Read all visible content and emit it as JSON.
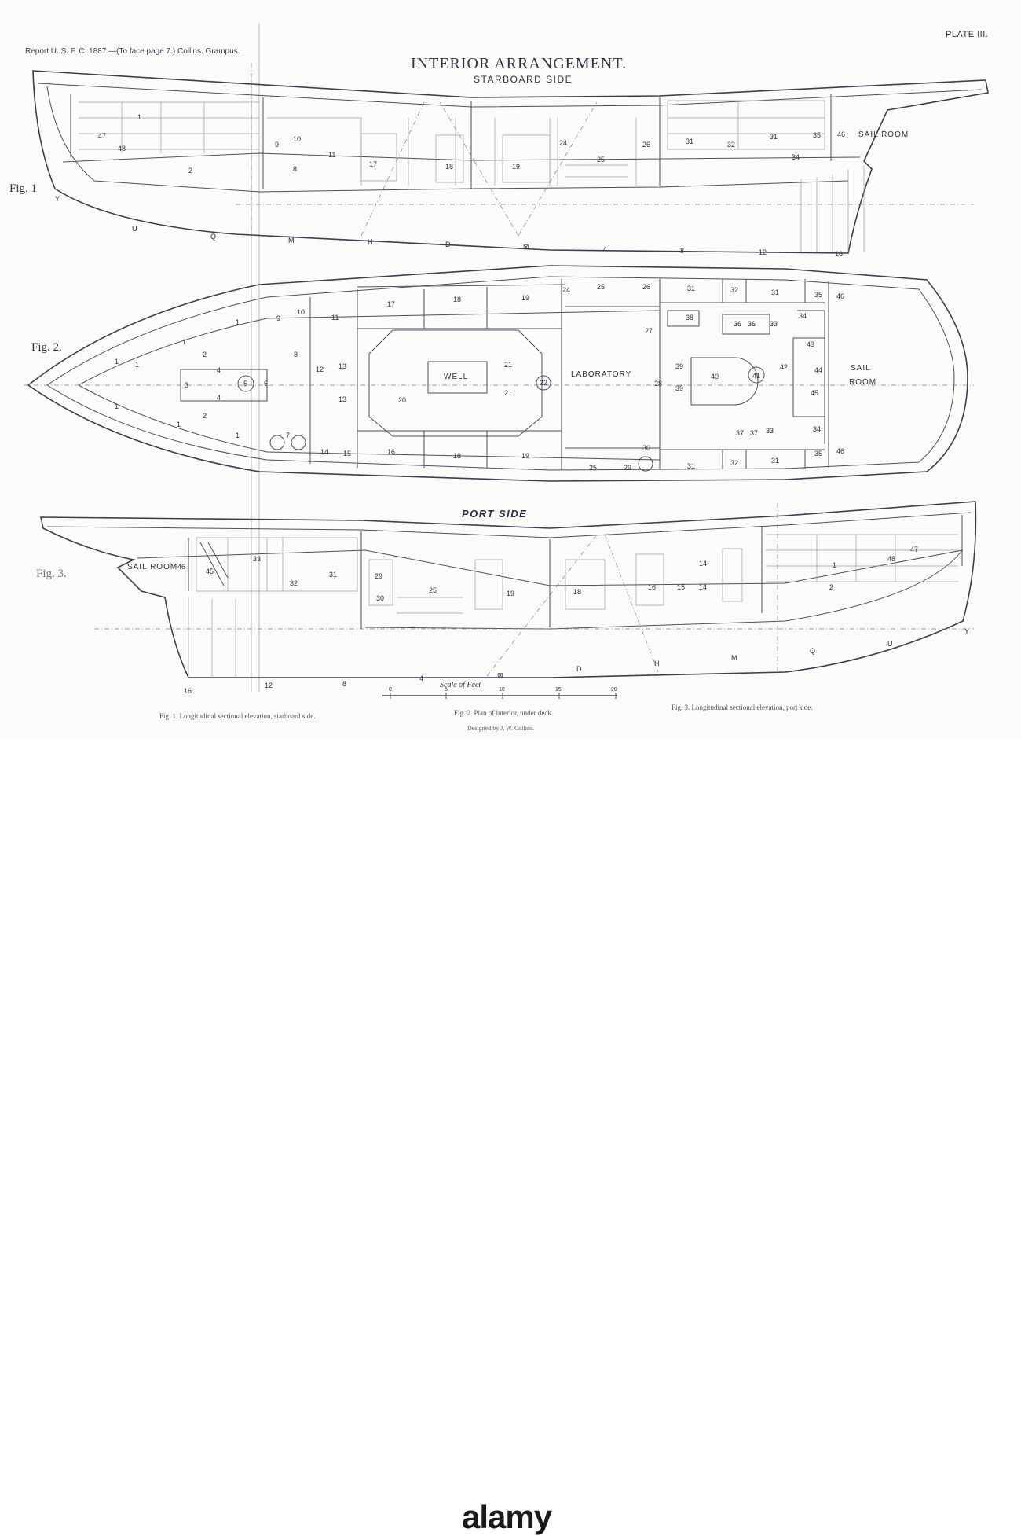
{
  "header": {
    "report": "Report U. S. F. C. 1887.—(To face page 7.)   Collins.   Grampus.",
    "plate": "PLATE III."
  },
  "title": "INTERIOR ARRANGEMENT.",
  "fig1": {
    "label": "Fig. 1",
    "side": "STARBOARD SIDE",
    "caption": "Fig. 1. Longitudinal sectional elevation, starboard side.",
    "room_numbers": [
      "47",
      "48",
      "1",
      "2",
      "9",
      "10",
      "8",
      "11",
      "17",
      "18",
      "19",
      "24",
      "25",
      "26",
      "31",
      "32",
      "31",
      "35",
      "34",
      "46"
    ],
    "room_label": "SAIL ROOM",
    "frame_marks": [
      "Y",
      "U",
      "Q",
      "M",
      "H",
      "D",
      "⊠",
      "4",
      "8",
      "12",
      "16"
    ]
  },
  "fig2": {
    "label": "Fig. 2.",
    "caption": "Fig. 2. Plan of interior, under deck.",
    "well": "WELL",
    "laboratory": "LABORATORY",
    "sail_room_1": "SAIL",
    "sail_room_2": "ROOM",
    "top_rooms": [
      "9",
      "10",
      "11",
      "17",
      "18",
      "19",
      "24",
      "25",
      "26",
      "31",
      "32",
      "31",
      "35",
      "46"
    ],
    "bottom_rooms": [
      "7",
      "14",
      "15",
      "16",
      "18",
      "19",
      "25",
      "29",
      "30",
      "31",
      "32",
      "31",
      "35",
      "46"
    ],
    "inner_rooms": [
      "1",
      "1",
      "1",
      "1",
      "1",
      "2",
      "2",
      "3",
      "4",
      "4",
      "5",
      "6",
      "8",
      "12",
      "13",
      "13",
      "20",
      "21",
      "21",
      "22",
      "27",
      "28",
      "38",
      "36",
      "36",
      "33",
      "34",
      "43",
      "39",
      "39",
      "40",
      "41",
      "42",
      "44",
      "45",
      "37",
      "37",
      "33",
      "34",
      "1",
      "1"
    ]
  },
  "fig3": {
    "label": "Fig. 3.",
    "side": "PORT SIDE",
    "caption": "Fig. 3. Longitudinal sectional elevation, port side.",
    "room_label": "SAIL ROOM",
    "room_numbers": [
      "46",
      "45",
      "33",
      "32",
      "31",
      "29",
      "30",
      "25",
      "19",
      "18",
      "16",
      "15",
      "14",
      "14",
      "1",
      "47",
      "48",
      "2"
    ],
    "frame_marks": [
      "16",
      "12",
      "8",
      "4",
      "⊠",
      "D",
      "H",
      "M",
      "Q",
      "U",
      "Y"
    ]
  },
  "scale": {
    "label": "Scale of Feet",
    "ticks": [
      "0",
      "5",
      "10",
      "15",
      "20"
    ]
  },
  "designer": "Designed by J. W. Collins.",
  "watermark": "alamy"
}
